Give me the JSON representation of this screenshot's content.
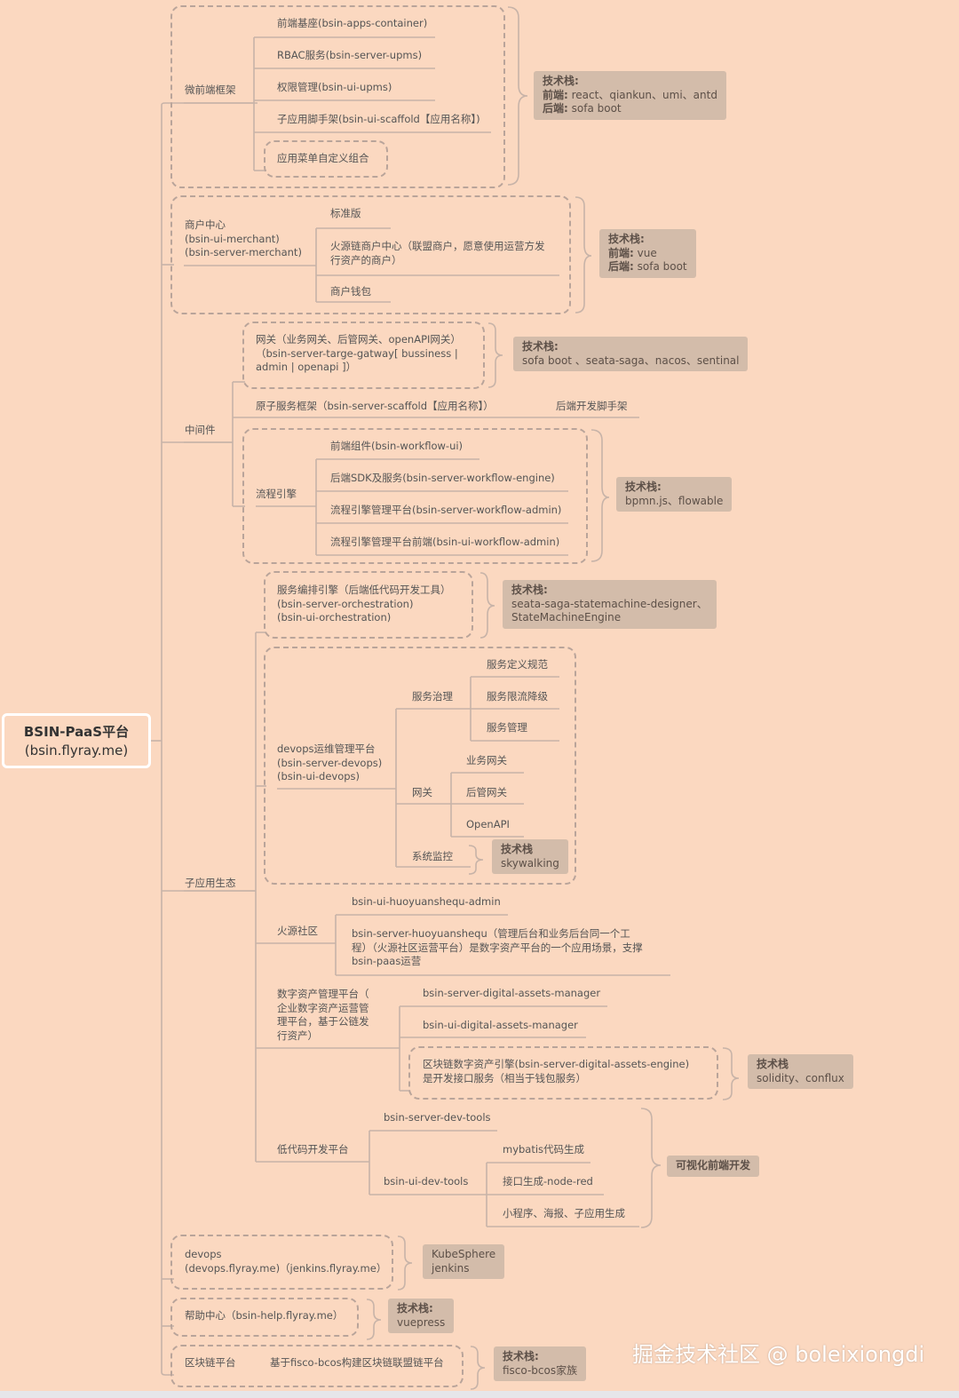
{
  "root": {
    "line1": "BSIN-PaaS平台",
    "line2": "(bsin.flyray.me)"
  },
  "categories": {
    "micro_frontend": "微前端框架",
    "merchant": "商户中心\n(bsin-ui-merchant)\n(bsin-server-merchant)",
    "middleware": "中间件",
    "sub_app": "子应用生态"
  },
  "micro_frontend_items": [
    "前端基座(bsin-apps-container)",
    "RBAC服务(bsin-server-upms)",
    "权限管理(bsin-ui-upms)",
    "子应用脚手架(bsin-ui-scaffold【应用名称】)",
    "应用菜单自定义组合"
  ],
  "merchant_items": [
    "标准版",
    "火源链商户中心（联盟商户，愿意使用运营方发\n行资产的商户）",
    "商户钱包"
  ],
  "middleware_items": {
    "gateway": "网关（业务网关、后管网关、openAPI网关）\n（bsin-server-targe-gatway[ bussiness |\nadmin | openapi ]）",
    "atomic": "原子服务框架（bsin-server-scaffold【应用名称】）",
    "atomic_note": "后端开发脚手架",
    "workflow": "流程引擎",
    "workflow_items": [
      "前端组件(bsin-workflow-ui)",
      "后端SDK及服务(bsin-server-workflow-engine)",
      "流程引擎管理平台(bsin-server-workflow-admin)",
      "流程引擎管理平台前端(bsin-ui-workflow-admin)"
    ]
  },
  "sub_app_items": {
    "orchestration": "服务编排引擎（后端低代码开发工具）\n(bsin-server-orchestration)\n(bsin-ui-orchestration)",
    "devops_platform": "devops运维管理平台\n(bsin-server-devops)\n(bsin-ui-devops)",
    "governance": "服务治理",
    "governance_items": [
      "服务定义规范",
      "服务限流降级",
      "服务管理"
    ],
    "gateway": "网关",
    "gateway_items": [
      "业务网关",
      "后管网关",
      "OpenAPI"
    ],
    "monitor": "系统监控",
    "huoyuan": "火源社区",
    "huoyuan_items": [
      "bsin-ui-huoyuanshequ-admin",
      "bsin-server-huoyuanshequ（管理后台和业务后台同一个工\n程）（火源社区运营平台）是数字资产平台的一个应用场景，支撑\nbsin-paas运营"
    ],
    "digital": "数字资产管理平台（\n企业数字资产运营管\n理平台，基于公链发\n行资产）",
    "digital_items": [
      "bsin-server-digital-assets-manager",
      "bsin-ui-digital-assets-manager",
      "区块链数字资产引擎(bsin-server-digital-assets-engine)\n是开发接口服务（相当于钱包服务）"
    ],
    "lowcode": "低代码开发平台",
    "lowcode_items": [
      "bsin-server-dev-tools",
      "bsin-ui-dev-tools"
    ],
    "devtools_items": [
      "mybatis代码生成",
      "接口生成-node-red",
      "小程序、海报、子应用生成"
    ]
  },
  "bottom_items": {
    "devops": "devops\n(devops.flyray.me)（jenkins.flyray.me）",
    "help": "帮助中心（bsin-help.flyray.me）",
    "chain": "区块链平台",
    "chain_desc": "基于fisco-bcos构建区块链联盟链平台"
  },
  "tech": {
    "micro_frontend": {
      "title": "技术栈:",
      "l1k": "前端:",
      "l1v": " react、qiankun、umi、antd",
      "l2k": "后端:",
      "l2v": " sofa boot"
    },
    "merchant": {
      "title": "技术栈:",
      "l1k": "前端:",
      "l1v": " vue",
      "l2k": "后端:",
      "l2v": " sofa boot"
    },
    "gateway": {
      "title": "技术栈:",
      "body": "sofa boot 、seata-saga、nacos、sentinal"
    },
    "workflow": {
      "title": "技术栈:",
      "body": "bpmn.js、flowable"
    },
    "orchestration": {
      "title": "技术栈:",
      "body": "seata-saga-statemachine-designer、\nStateMachineEngine"
    },
    "monitor": {
      "title": "技术栈",
      "body": "skywalking"
    },
    "digital": {
      "title": "技术栈",
      "body": "solidity、conflux"
    },
    "lowcode": {
      "title": "可视化前端开发"
    },
    "devops": {
      "body": "KubeSphere\njenkins"
    },
    "help": {
      "title": "技术栈:",
      "body": "vuepress"
    },
    "chain": {
      "title": "技术栈:",
      "body": "fisco-bcos家族"
    }
  },
  "watermark": "掘金技术社区 @ boleixiongdi"
}
